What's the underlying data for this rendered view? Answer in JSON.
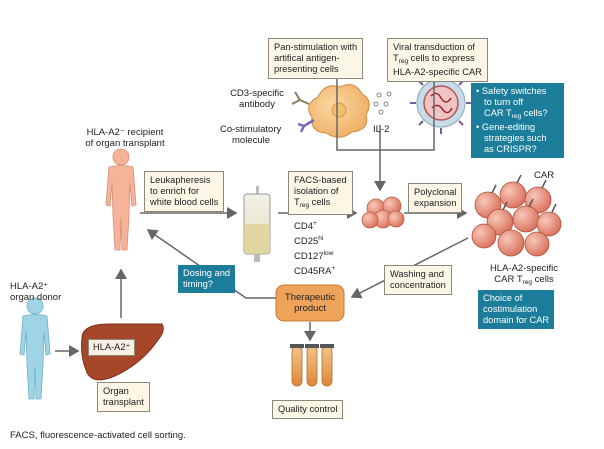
{
  "recipient_label": [
    "HLA-A2⁻ recipient",
    "of organ transplant"
  ],
  "donor_label": [
    "HLA-A2⁺",
    "organ donor"
  ],
  "organ_hla_label": "HLA-A2⁺",
  "organ_transplant_box": [
    "Organ",
    "transplant"
  ],
  "leukapheresis_box": [
    "Leukapheresis",
    "to enrich for",
    "white blood cells"
  ],
  "facs_box": {
    "line1": "FACS-based",
    "line2": "isolation of",
    "line3_prefix": "T",
    "line3_sub": "reg",
    "line3_suffix": " cells"
  },
  "markers": [
    {
      "base": "CD4",
      "sup": "+"
    },
    {
      "base": "CD25",
      "sup": "hi"
    },
    {
      "base": "CD127",
      "sup": "low"
    },
    {
      "base": "CD45RA",
      "sup": "+"
    }
  ],
  "pan_stim_box": [
    "Pan-stimulation with",
    "artifical antigen-",
    "presenting cells"
  ],
  "viral_box": {
    "line1": "Viral transduction of",
    "line2_prefix": "T",
    "line2_sub": "reg",
    "line2_suffix": " cells to express",
    "line3": "HLA-A2-specific CAR"
  },
  "cd3_label": [
    "CD3-specific",
    "antibody"
  ],
  "costim_label": [
    "Co-stimulatory",
    "molecule"
  ],
  "il2_label": "IL-2",
  "safety_box": {
    "bullet1": [
      "Safety switches",
      "to turn off",
      "CAR T"
    ],
    "bullet1_sub": "reg",
    "bullet1_end": " cells?",
    "bullet2": [
      "Gene-editing",
      "strategies such",
      "as CRISPR?"
    ]
  },
  "polyclonal_box": [
    "Polyclonal",
    "expansion"
  ],
  "car_label": "CAR",
  "car_treg_label": {
    "line1": "HLA-A2-specific",
    "line2_prefix": "CAR T",
    "line2_sub": "reg",
    "line2_suffix": " cells"
  },
  "washing_box": [
    "Washing and",
    "concentration"
  ],
  "choice_box": [
    "Choice of",
    "costimulation",
    "domain for CAR"
  ],
  "dosing_box": [
    "Dosing and",
    "timing?"
  ],
  "therapeutic_box": [
    "Therapeutic",
    "product"
  ],
  "quality_box": "Quality control",
  "footnote": "FACS, fluorescence-activated cell sorting.",
  "colors": {
    "teal": "#1b7d9a",
    "box_fill": "#fbf6e6",
    "skin_recipient": "#f5b49a",
    "skin_donor": "#9fd3e6",
    "liver": "#a6472a",
    "treg": "#e2836f",
    "therapeutic": "#eea25a"
  }
}
